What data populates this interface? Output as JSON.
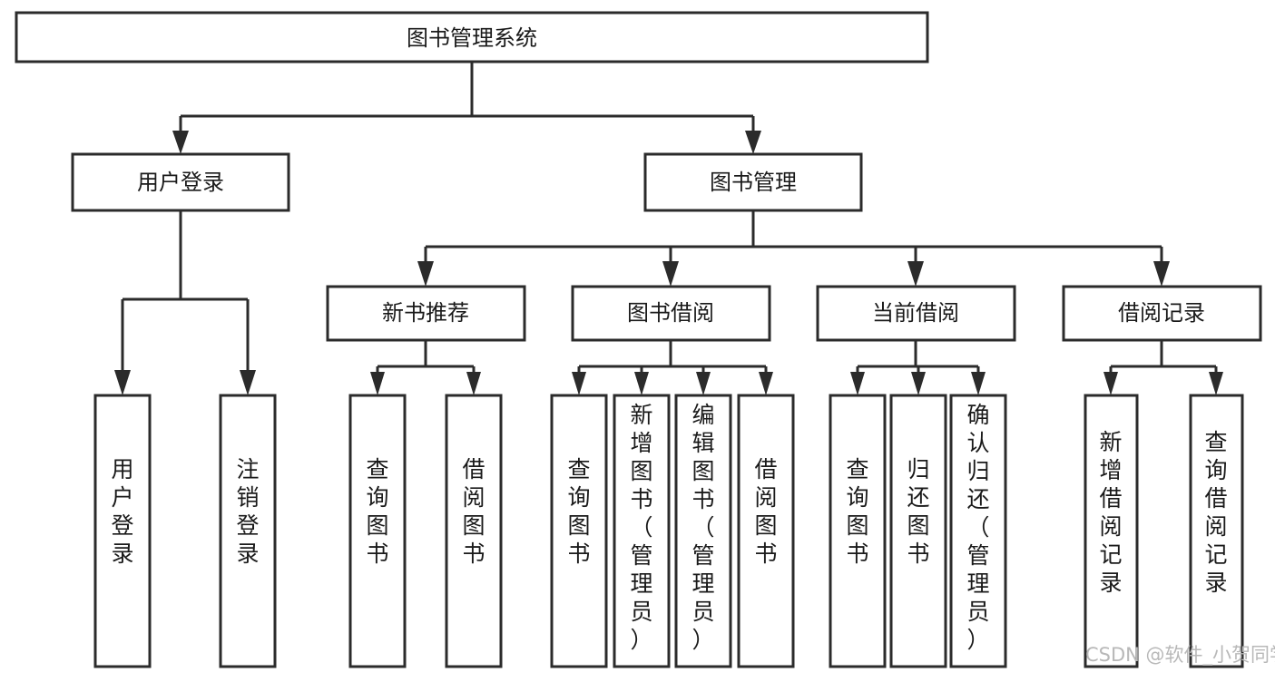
{
  "diagram": {
    "type": "tree-hierarchy-flowchart",
    "root": {
      "id": "root",
      "label": "图书管理系统",
      "orientation": "horizontal"
    },
    "level2": [
      {
        "id": "user-login",
        "label": "用户登录",
        "orientation": "horizontal"
      },
      {
        "id": "book-management",
        "label": "图书管理",
        "orientation": "horizontal"
      }
    ],
    "level3": [
      {
        "id": "new-book-recommend",
        "label": "新书推荐",
        "orientation": "horizontal",
        "parent": "book-management"
      },
      {
        "id": "book-borrow",
        "label": "图书借阅",
        "orientation": "horizontal",
        "parent": "book-management"
      },
      {
        "id": "current-borrow",
        "label": "当前借阅",
        "orientation": "horizontal",
        "parent": "book-management"
      },
      {
        "id": "borrow-record",
        "label": "借阅记录",
        "orientation": "horizontal",
        "parent": "book-management"
      }
    ],
    "leaves": [
      {
        "id": "leaf-user-login",
        "label": "用户登录",
        "orientation": "vertical",
        "parent": "user-login"
      },
      {
        "id": "leaf-logout",
        "label": "注销登录",
        "orientation": "vertical",
        "parent": "user-login"
      },
      {
        "id": "leaf-query-book-1",
        "label": "查询图书",
        "orientation": "vertical",
        "parent": "new-book-recommend"
      },
      {
        "id": "leaf-borrow-book-1",
        "label": "借阅图书",
        "orientation": "vertical",
        "parent": "new-book-recommend"
      },
      {
        "id": "leaf-query-book-2",
        "label": "查询图书",
        "orientation": "vertical",
        "parent": "book-borrow"
      },
      {
        "id": "leaf-add-book",
        "label": "新增图书（管理员）",
        "orientation": "vertical",
        "parent": "book-borrow"
      },
      {
        "id": "leaf-edit-book",
        "label": "编辑图书（管理员）",
        "orientation": "vertical",
        "parent": "book-borrow"
      },
      {
        "id": "leaf-borrow-book-2",
        "label": "借阅图书",
        "orientation": "vertical",
        "parent": "book-borrow"
      },
      {
        "id": "leaf-query-book-3",
        "label": "查询图书",
        "orientation": "vertical",
        "parent": "current-borrow"
      },
      {
        "id": "leaf-return-book",
        "label": "归还图书",
        "orientation": "vertical",
        "parent": "current-borrow"
      },
      {
        "id": "leaf-confirm-return",
        "label": "确认归还（管理员）",
        "orientation": "vertical",
        "parent": "current-borrow"
      },
      {
        "id": "leaf-add-record",
        "label": "新增借阅记录",
        "orientation": "vertical",
        "parent": "borrow-record"
      },
      {
        "id": "leaf-query-record",
        "label": "查询借阅记录",
        "orientation": "vertical",
        "parent": "borrow-record"
      }
    ],
    "colors": {
      "stroke": "#2b2b2b",
      "fill": "#ffffff",
      "text": "#1a1a1a",
      "watermark": "#b8b8b8"
    }
  },
  "watermark": {
    "label": "CSDN @软件_小贺同学"
  }
}
